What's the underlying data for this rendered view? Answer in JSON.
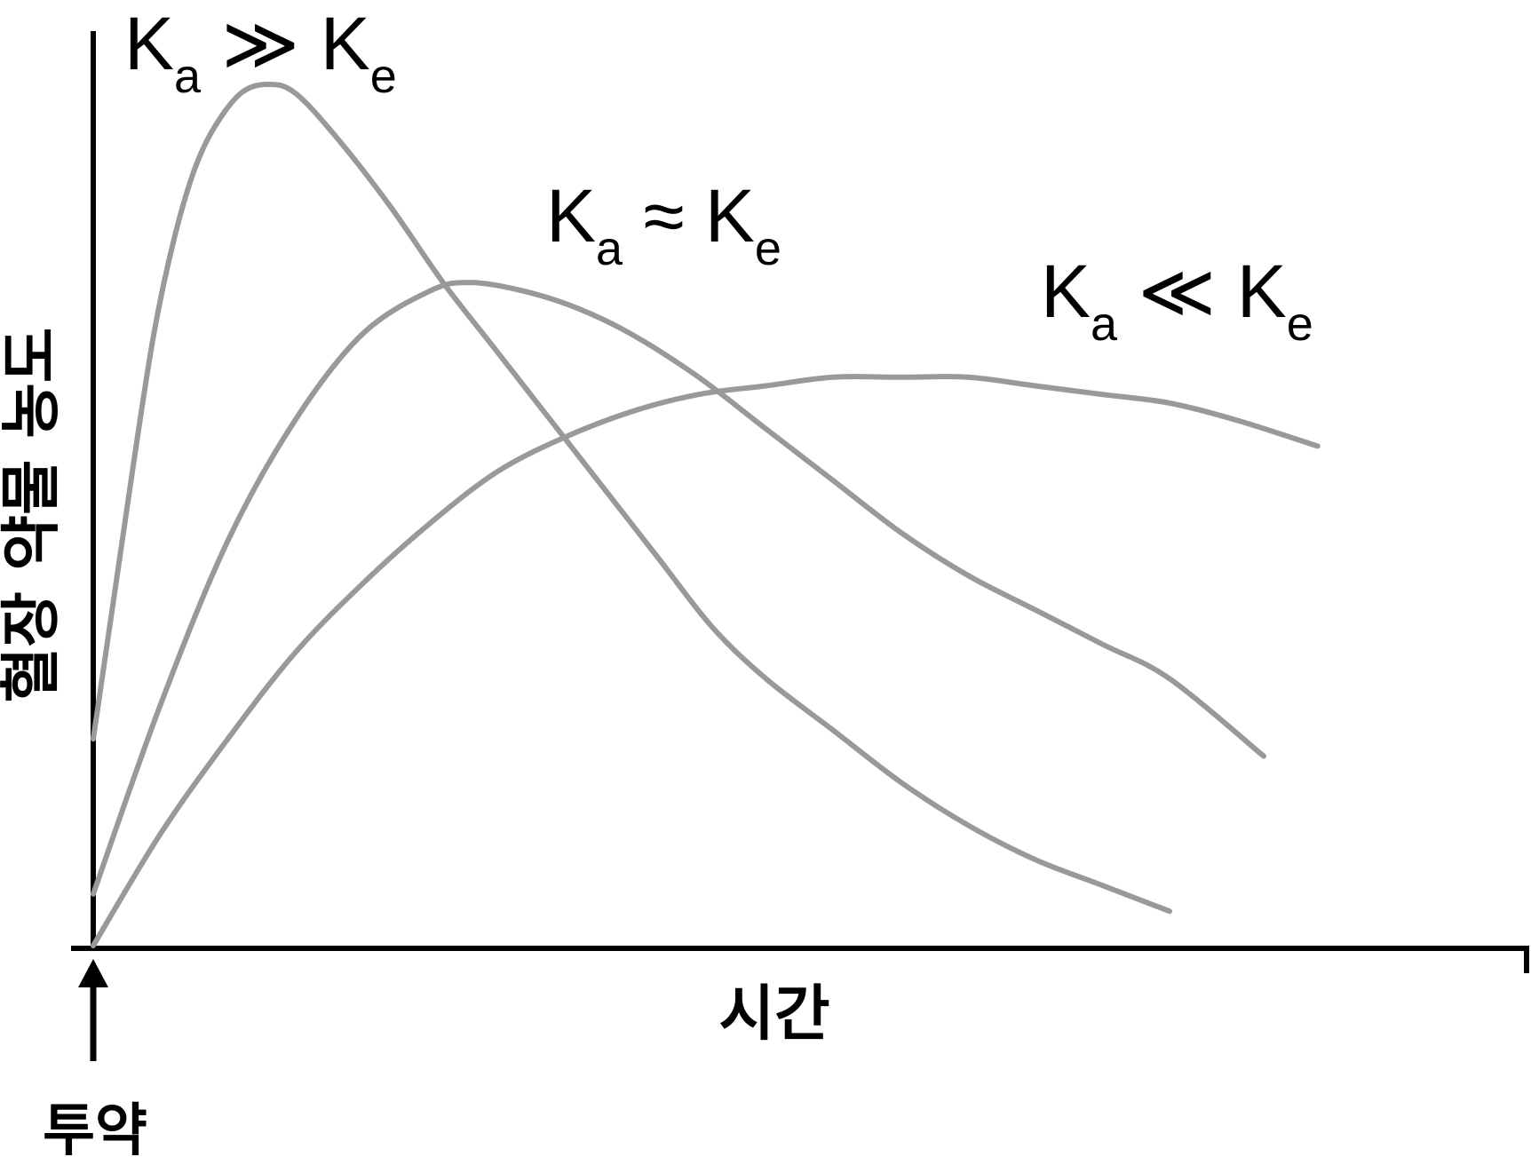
{
  "chart_data": {
    "type": "line",
    "title": "",
    "ylabel": "혈장 약물 농도",
    "xlabel": "시간",
    "annotation": "투약",
    "grid": false,
    "legend": "none",
    "xlim": [
      0,
      100
    ],
    "ylim": [
      0,
      100
    ],
    "line_color": "#999999",
    "axis_color": "#000000",
    "series": [
      {
        "name": "Ka ≫ Ke",
        "label_main": "K",
        "label_sub1": "a",
        "label_rel": "≫",
        "label_sub2": "e",
        "x": [
          0,
          1.5,
          3,
          4.5,
          6,
          7.5,
          9,
          11,
          13,
          15,
          18,
          22,
          26,
          30,
          34,
          38,
          42,
          46,
          50,
          55,
          60,
          65,
          70,
          75,
          80
        ],
        "y": [
          24,
          40,
          56,
          71,
          82,
          90,
          95,
          99,
          100,
          99,
          94,
          86,
          77,
          69,
          61,
          53,
          45,
          37,
          31,
          25,
          19,
          14,
          10,
          7,
          4
        ]
      },
      {
        "name": "Ka ≈ Ke",
        "label_main": "K",
        "label_sub1": "a",
        "label_rel": "≈",
        "label_sub2": "e",
        "x": [
          0,
          5,
          10,
          15,
          20,
          25,
          28,
          32,
          36,
          40,
          45,
          50,
          55,
          60,
          65,
          70,
          75,
          80,
          87
        ],
        "y": [
          6,
          28,
          47,
          61,
          71,
          76,
          77,
          76,
          74,
          71,
          66,
          60,
          54,
          48,
          43,
          39,
          35,
          31,
          22
        ]
      },
      {
        "name": "Ka ≪ Ke",
        "label_main": "K",
        "label_sub1": "a",
        "label_rel": "≪",
        "label_sub2": "e",
        "x": [
          0,
          5,
          10,
          15,
          20,
          25,
          30,
          35,
          40,
          45,
          50,
          55,
          60,
          65,
          70,
          75,
          80,
          85,
          91
        ],
        "y": [
          0,
          13,
          24,
          34,
          42,
          49,
          55,
          59,
          62,
          64,
          65,
          66,
          66,
          66,
          65,
          64,
          63,
          61,
          58
        ]
      }
    ]
  }
}
